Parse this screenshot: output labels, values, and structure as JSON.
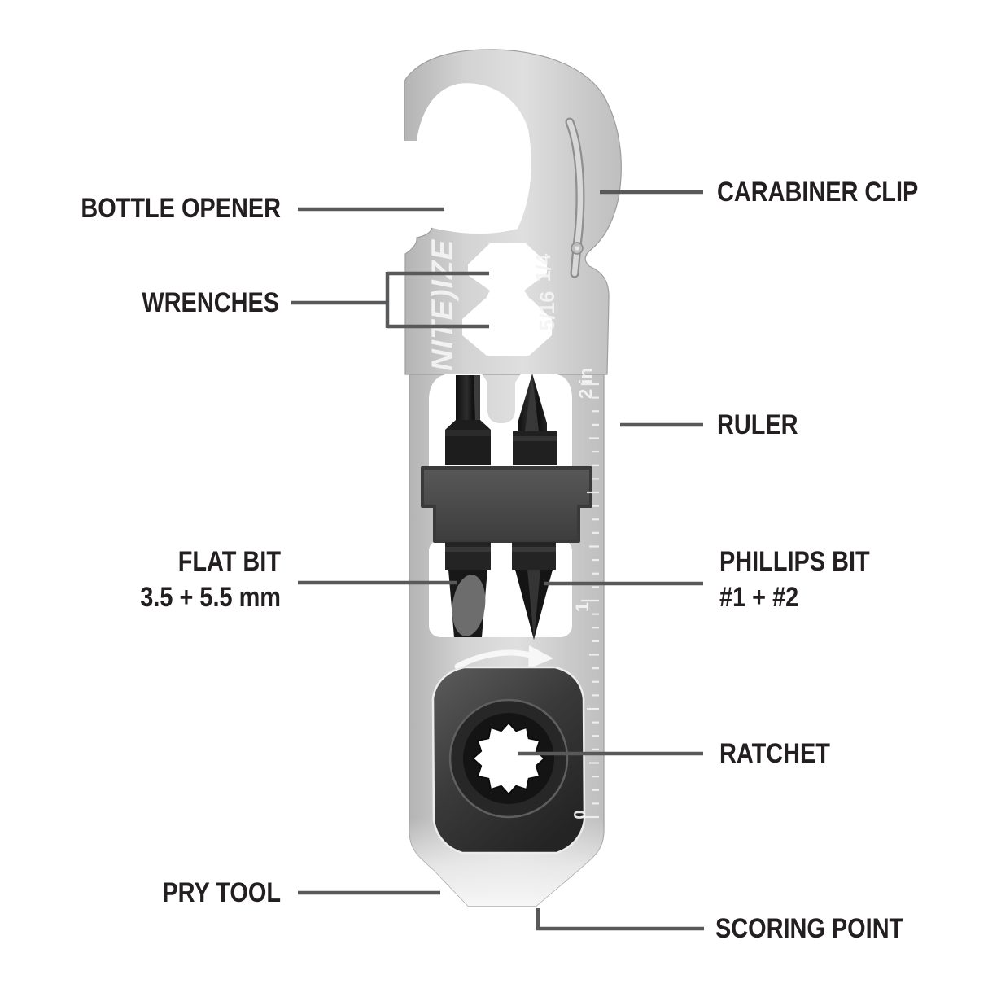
{
  "callouts": {
    "bottle_opener": "BOTTLE OPENER",
    "wrenches": "WRENCHES",
    "flat_bit": {
      "label": "FLAT BIT",
      "sub": "3.5 + 5.5 mm"
    },
    "pry_tool": "PRY TOOL",
    "carabiner_clip": "CARABINER CLIP",
    "ruler": "RULER",
    "phillips_bit": {
      "label": "PHILLIPS BIT",
      "sub": "#1 + #2"
    },
    "ratchet": "RATCHET",
    "scoring_point": "SCORING POINT"
  },
  "engravings": {
    "logo": "NITE)IZE",
    "wrench_small": "1/4",
    "wrench_large": "5/16",
    "ruler_2in": "2 in",
    "ruler_1": "1",
    "ruler_0": "0"
  },
  "colors": {
    "label_text": "#231f20",
    "callout_line": "#58595b",
    "steel_light": "#dedede",
    "steel_mid": "#c2c2c2",
    "bit_black": "#1c1c1c",
    "holder_gray": "#474747",
    "module_dark": "#2e2e2e",
    "background": "#ffffff"
  }
}
